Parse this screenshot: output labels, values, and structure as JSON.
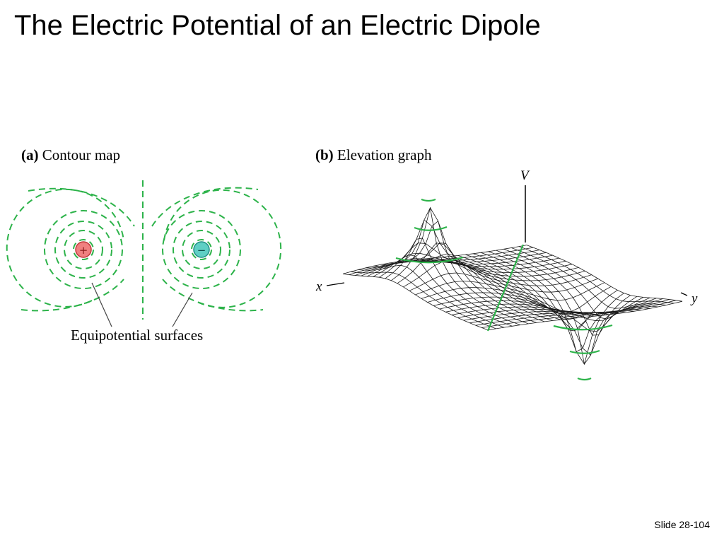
{
  "slide": {
    "title": "The Electric Potential of an Electric Dipole",
    "number": "Slide 28-104"
  },
  "panel_a": {
    "letter": "(a)",
    "caption": "Contour map",
    "callout": "Equipotential surfaces",
    "positive_symbol": "+",
    "negative_symbol": "−"
  },
  "panel_b": {
    "letter": "(b)",
    "caption": "Elevation graph",
    "axis_v": "V",
    "axis_x": "x",
    "axis_y": "y"
  },
  "colors": {
    "equipotential": "#2db34a",
    "positive_charge": "#f08080",
    "negative_charge": "#5fcfc4",
    "mesh": "#1a1a1a"
  }
}
